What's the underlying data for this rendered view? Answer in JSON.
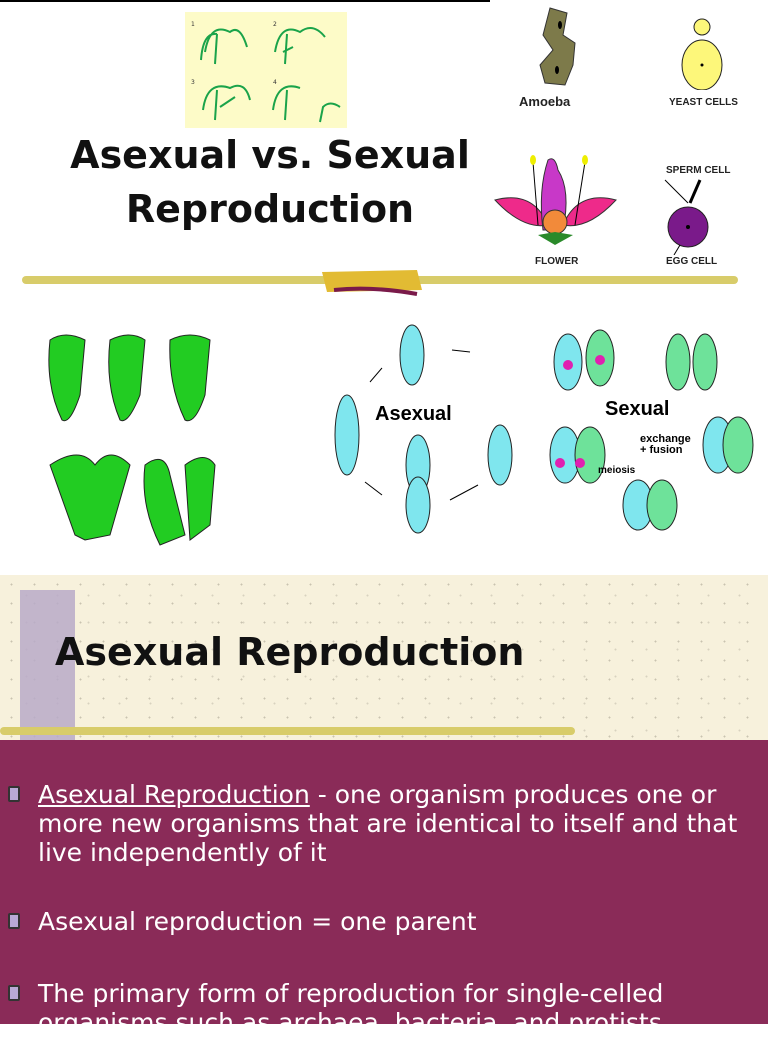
{
  "slide1": {
    "title_line1": "Asexual vs. Sexual",
    "title_line2": "Reproduction",
    "hydra_panel_numbers": [
      "1",
      "2",
      "3",
      "4"
    ],
    "labels": {
      "amoeba": "Amoeba",
      "yeast": "YEAST CELLS",
      "flower": "FLOWER",
      "sperm": "SPERM CELL",
      "egg": "EGG CELL"
    },
    "diagram": {
      "asexual": "Asexual",
      "sexual": "Sexual",
      "exchange": "exchange",
      "fusion": "+ fusion",
      "meiosis": "meiosis"
    }
  },
  "slide2": {
    "title": "Asexual Reproduction",
    "bullets": [
      {
        "term": "Asexual Reproduction",
        "text": "  - one organism produces one or more new organisms that are identical to itself and that live independently of it"
      },
      {
        "text": "Asexual reproduction = one parent"
      },
      {
        "text": "The primary form of reproduction for single-celled organisms such as archaea, bacteria, and protists."
      }
    ]
  },
  "colors": {
    "maroon": "#8a2b58",
    "beige": "#f7f1dc",
    "gold": "#d8cc6a",
    "cyan": "#7fe6ee",
    "green": "#22cc22"
  }
}
